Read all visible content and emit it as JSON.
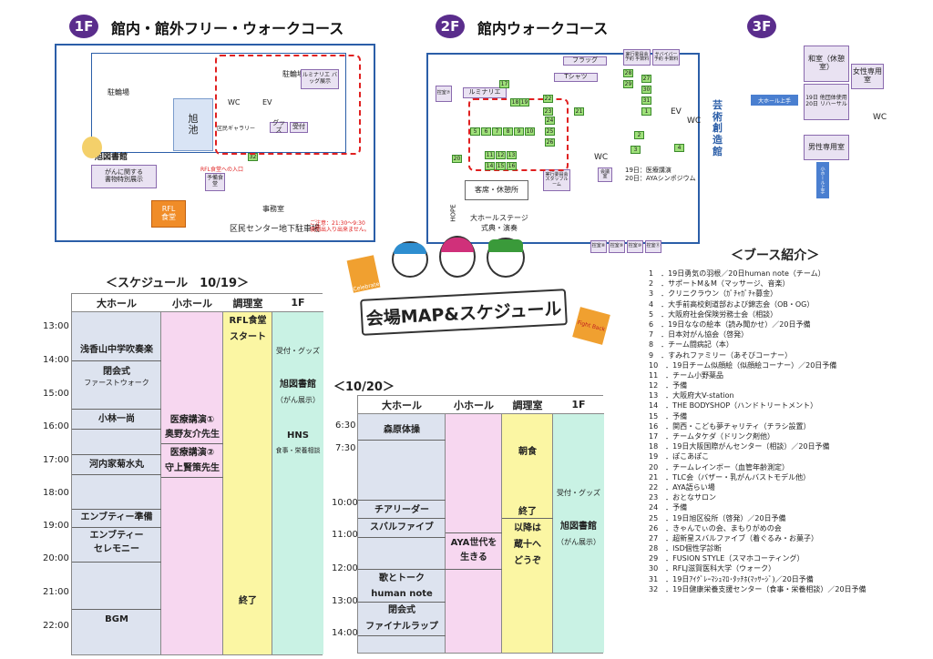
{
  "floors": {
    "f1": {
      "badge": "1F",
      "title": "館内・館外フリー・ウォークコース"
    },
    "f2": {
      "badge": "2F",
      "title": "館内ウォークコース"
    },
    "f3": {
      "badge": "3F"
    }
  },
  "map1": {
    "parking1": "駐輪場",
    "parking2": "駐輪場",
    "pond1": "旭",
    "pond2": "池",
    "library": "旭図書館",
    "cancer_book1": "がんに関する",
    "cancer_book2": "書物特別展示",
    "rfl_shokudo1": "RFL",
    "rfl_shokudo2": "食堂",
    "entrance": "RFL食堂への入口",
    "kumin_gallery": "区民ギャラリー",
    "goods": "グッズ",
    "uketsuke": "受付",
    "wc": "WC",
    "ev": "EV",
    "jimusho": "事務室",
    "yobi_shokudo": "予備食堂",
    "num32": "32",
    "underground": "区民センター地下駐車場",
    "notice": "ご注意：21:30〜9:30 夜間出入り出来ません。",
    "lumi_display": "ルミナリエ バッグ展示"
  },
  "map2": {
    "flag": "フラッグ",
    "tshirt": "Tシャツ",
    "luminarie": "ルミナリエ",
    "kyakuseki": "客席・休憩所",
    "hope": "HOPE",
    "stage1": "大ホールステージ",
    "stage2": "式典・演奏",
    "sibaigi": "芸術創造館",
    "wc": "WC",
    "ev": "EV",
    "staff_room": "実行委員会スタッフルーム",
    "aya1": "19日：医療講演",
    "aya2": "20日：AYAシンポジウム",
    "jikkou": "実行委員会 予約 手数料",
    "sabaibaa": "サバイバー 予約 手数料",
    "kaigi": "会議室",
    "room7": "控室⑦",
    "room8": "控室⑧",
    "room9": "控室⑨",
    "room10": "控室⑩",
    "room11": "控室⑪",
    "booth_nums": [
      "17",
      "18",
      "19",
      "5",
      "6",
      "7",
      "8",
      "9",
      "10",
      "11",
      "12",
      "13",
      "14",
      "15",
      "16",
      "20",
      "21",
      "22",
      "23",
      "24",
      "25",
      "26",
      "27",
      "28",
      "29",
      "30",
      "31",
      "1",
      "2",
      "3",
      "4"
    ]
  },
  "map3": {
    "washitsu": "和室（休憩室）",
    "rehearsal1": "19日 他団体使用",
    "rehearsal2": "20日 リハーサル",
    "female": "女性専用室",
    "male": "男性専用室",
    "wc": "WC",
    "to_hall": "大ホール上手",
    "to_hall2": "小ホール上手"
  },
  "center": {
    "title": "会場MAP&スケジュール",
    "bag1": "Celebrate",
    "bag2": "Fight Back"
  },
  "sched19": {
    "heading": "＜スケジュール　10/19＞",
    "cols": [
      "大ホール",
      "小ホール",
      "調理室",
      "1F"
    ],
    "times": [
      "13:00",
      "14:00",
      "15:00",
      "16:00",
      "17:00",
      "18:00",
      "19:00",
      "20:00",
      "21:00",
      "22:00"
    ],
    "big": [
      "浅香山中学吹奏楽",
      "閉会式",
      "ファーストウォーク",
      "小林一尚",
      "河内家菊水丸",
      "エンブティー準備",
      "エンブティー",
      "セレモニー",
      "BGM"
    ],
    "small": [
      "医療講演①",
      "奥野友介先生",
      "医療講演②",
      "守上賢策先生"
    ],
    "cook": [
      "RFL食堂",
      "スタート",
      "終了"
    ],
    "f1": [
      "受付・グッズ",
      "旭図書館",
      "（がん展示）",
      "HNS",
      "食事・栄養相談"
    ]
  },
  "sched20": {
    "heading": "＜10/20＞",
    "cols": [
      "大ホール",
      "小ホール",
      "調理室",
      "1F"
    ],
    "times": [
      "6:30",
      "7:30",
      "10:00",
      "11:00",
      "12:00",
      "13:00",
      "14:00"
    ],
    "big": [
      "森原体操",
      "チアリーダー",
      "スバルファイブ",
      "歌とトーク",
      "human note",
      "閉会式",
      "ファイナルラップ"
    ],
    "small": [
      "AYA世代を",
      "生きる"
    ],
    "cook": [
      "朝食",
      "終了",
      "以降は",
      "蔵十へ",
      "どうぞ"
    ],
    "f1": [
      "受付・グッズ",
      "旭図書館",
      "（がん展示）"
    ]
  },
  "booths_heading": "＜ブース紹介＞",
  "booths": [
    "1　．19日勇気の羽根／20日human note（チーム）",
    "2　．サポートM＆M（マッサージ、音楽）",
    "3　．クリニクラウン（ｶﾞﾁｬｶﾞﾁｬ募金）",
    "4　．大手前高校剣道部および錦志会（OB・OG）",
    "5　．大阪府社会保険労務士会（相談）",
    "6　．19日ななの絵本（読み聞かせ）／20日予備",
    "7　．日本対がん協会（啓発）",
    "8　．チーム闘病記（本）",
    "9　．すみれファミリー（あそびコーナー）",
    "10　．19日チーム似顔絵（似顔絵コーナー）／20日予備",
    "11　．チーム小野薬品",
    "12　．予備",
    "13　．大阪府大V-station",
    "14　．THE BODYSHOP（ハンドトリートメント）",
    "15　．予備",
    "16　．関西・こども夢チャリティ（チラシ設置）",
    "17　．チームタケダ（ドリンク剤他）",
    "18　．19日大阪国際がんセンター（相談）／20日予備",
    "19　．ぽこあぽこ",
    "20　．チームレインボー（血管年齢測定）",
    "21　．TLC会（バザー・乳がんバストモデル他）",
    "22　．AYA語らい場",
    "23　．おとなサロン",
    "24　．予備",
    "25　．19日旭区役所（啓発）／20日予備",
    "26　．きゃんでぃの会、まもりがめの会",
    "27　．超新星スバルファイブ（着ぐるみ・お菓子）",
    "28　．ISD個性学診断",
    "29　．FUSION STYLE（スマホコーティング）",
    "30　．RFLJ滋賀医科大学（ウォーク）",
    "31　．19日ｱｲｸﾞﾚｰﾏｼｭﾏﾛ･ﾀｯﾁﾎ(ﾏｯｻｰｼﾞ)／20日予備",
    "32　．19日健康栄養支援センター（食事・栄養相談）／20日予備"
  ],
  "colors": {
    "purple": "#5a2d8c",
    "big_hall": "#dde3ef",
    "small_hall": "#f7d7f0",
    "cook": "#fbf6a3",
    "f1": "#c9f2e4",
    "wall": "#2b5ea8",
    "route": "#e02020"
  }
}
